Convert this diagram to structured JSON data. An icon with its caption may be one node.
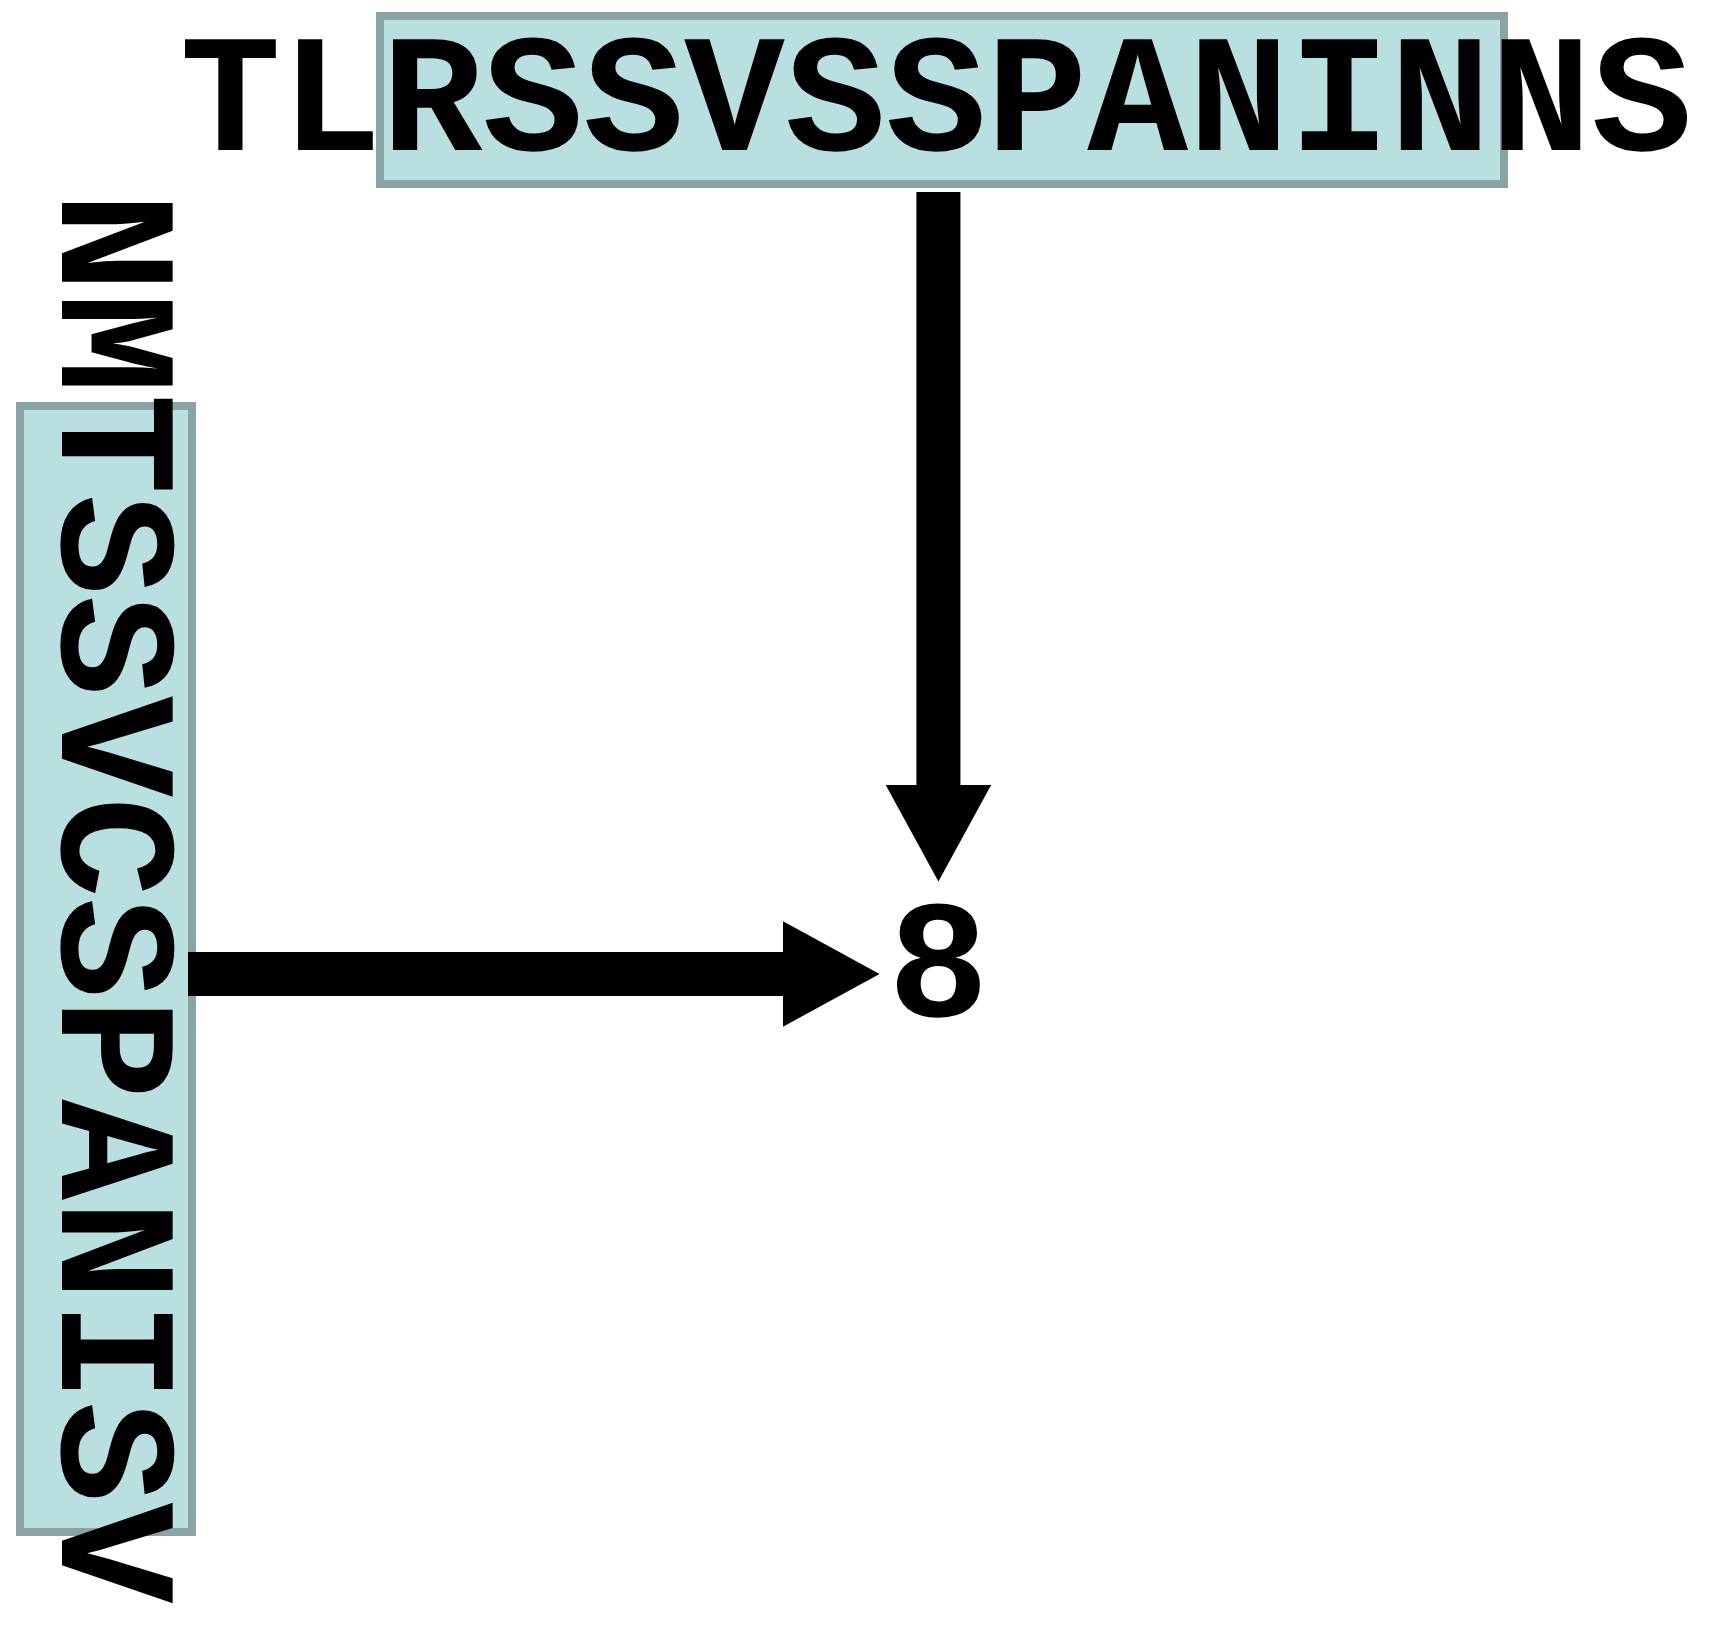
{
  "diagram": {
    "nodes": [
      {
        "text": [
          "TLRSSVSSPANINNS"
        ]
      },
      {
        "text": [
          "NMTSSVCSPANISV"
        ]
      },
      {
        "text": [
          "8"
        ]
      }
    ],
    "edges": [
      {
        "from": 0,
        "to": 2,
        "arrow": "to"
      },
      {
        "from": 1,
        "to": 2,
        "arrow": "to"
      }
    ]
  }
}
